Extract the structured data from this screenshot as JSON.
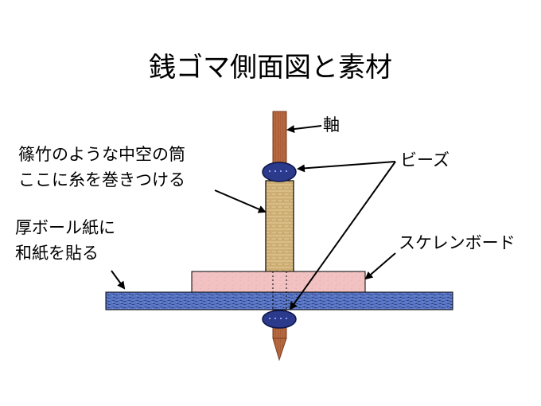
{
  "title": "銭ゴマ側面図と素材",
  "labels": {
    "axis": "軸",
    "tube_line1": "篠竹のような中空の筒",
    "tube_line2": "ここに糸を巻きつける",
    "beads": "ビーズ",
    "board_line1": "厚ボール紙に",
    "board_line2": "和紙を貼る",
    "skelen": "スケレンボード"
  },
  "colors": {
    "axis_fill": "#b3643a",
    "tube_fill": "#d8b980",
    "bead_fill": "#2c3a8c",
    "upper_board_fill": "#f2c2c2",
    "lower_board_fill": "#5b78c8"
  }
}
